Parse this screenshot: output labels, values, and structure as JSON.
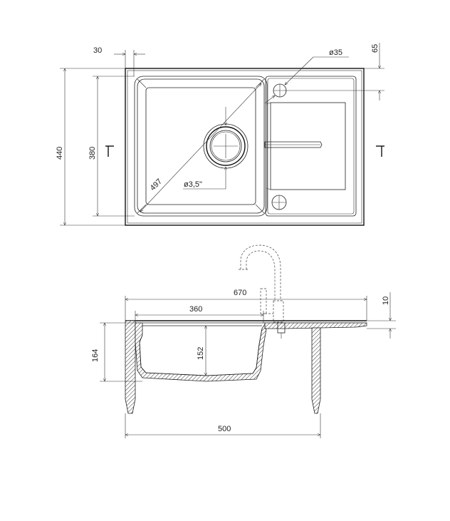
{
  "top_view": {
    "dims": {
      "d30": "30",
      "d65": "65",
      "d35": "ø35",
      "d440": "440",
      "d380": "380",
      "d497": "497",
      "d35in": "ø3,5\""
    }
  },
  "side_view": {
    "dims": {
      "d670": "670",
      "d10": "10",
      "d360": "360",
      "d164": "164",
      "d152": "152",
      "d500": "500"
    }
  }
}
